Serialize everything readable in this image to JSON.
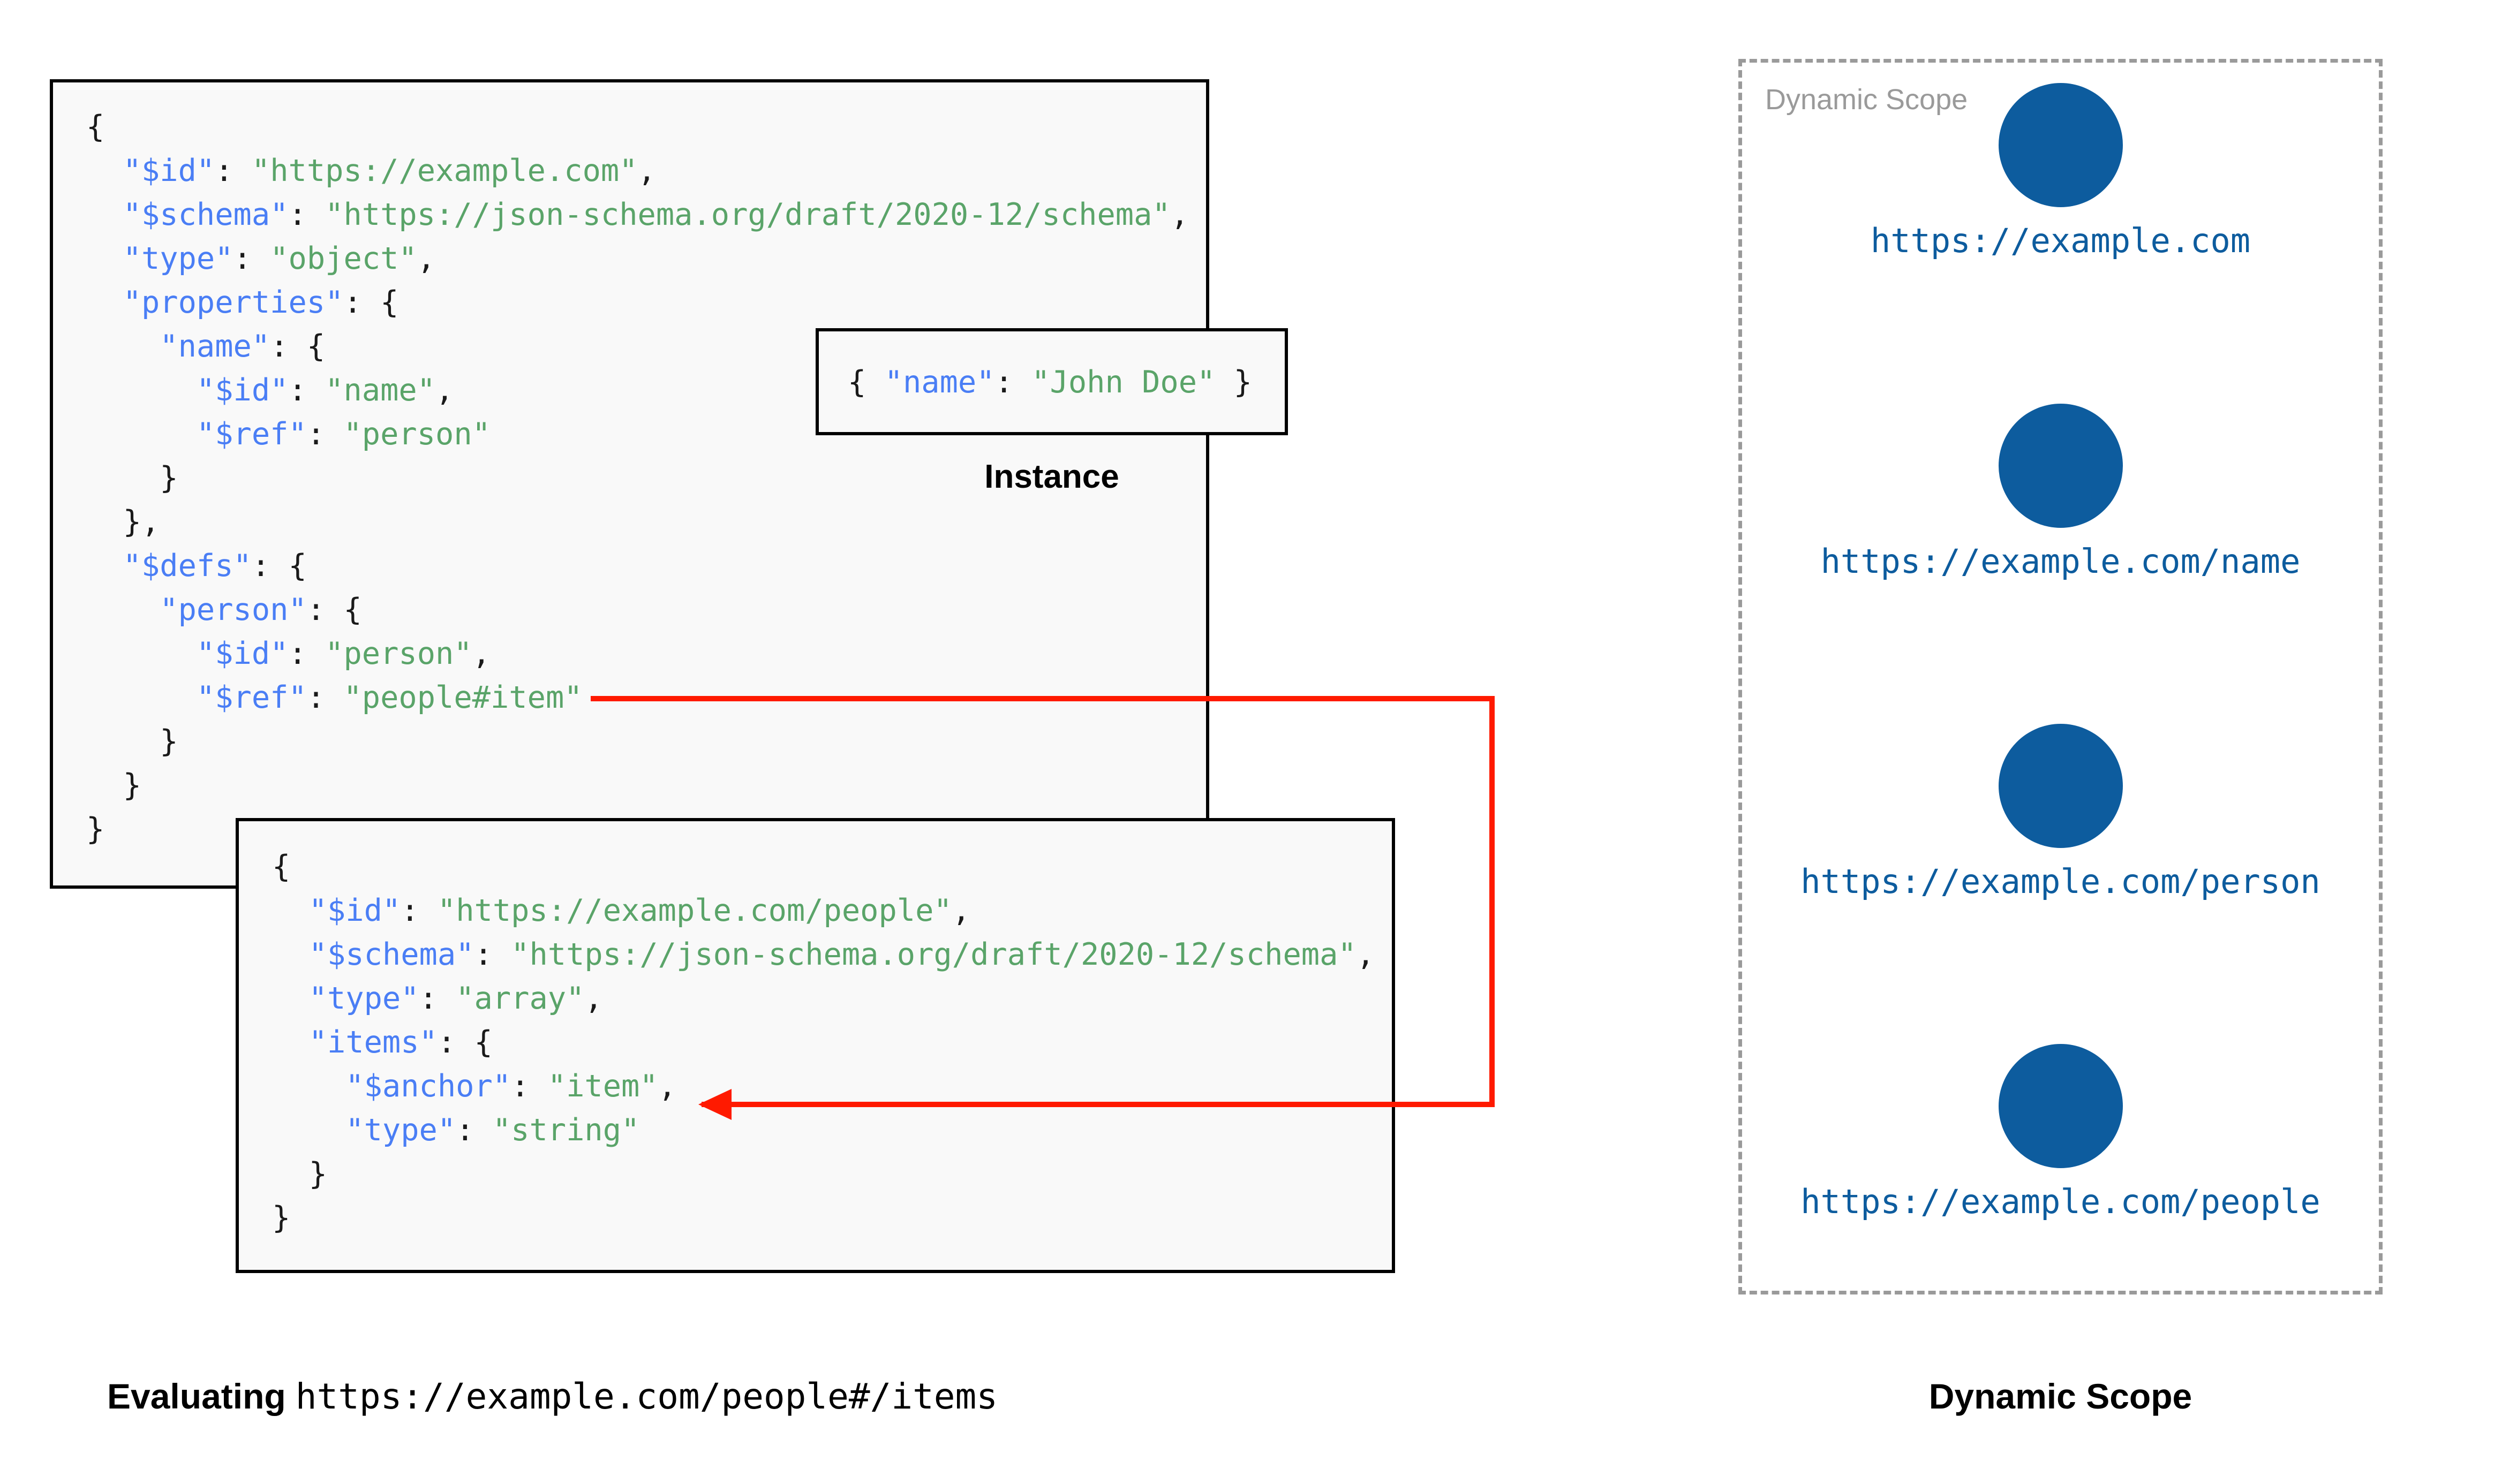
{
  "colors": {
    "key": "#4a7ef5",
    "string": "#5aa469",
    "punct": "#1a1a1a",
    "node": "#0d5c9e",
    "ref_arrow": "#ff1a00",
    "panel_border": "#9a9a9a",
    "box_border": "#000000",
    "box_fill": "#f9f9f9"
  },
  "schema_main": {
    "lines": [
      {
        "indent": 0,
        "parts": [
          {
            "t": "{",
            "c": "p"
          }
        ]
      },
      {
        "indent": 1,
        "parts": [
          {
            "t": "\"$id\"",
            "c": "k"
          },
          {
            "t": ": ",
            "c": "p"
          },
          {
            "t": "\"https://example.com\"",
            "c": "s"
          },
          {
            "t": ",",
            "c": "p"
          }
        ]
      },
      {
        "indent": 1,
        "parts": [
          {
            "t": "\"$schema\"",
            "c": "k"
          },
          {
            "t": ": ",
            "c": "p"
          },
          {
            "t": "\"https://json-schema.org/draft/2020-12/schema\"",
            "c": "s"
          },
          {
            "t": ",",
            "c": "p"
          }
        ]
      },
      {
        "indent": 1,
        "parts": [
          {
            "t": "\"type\"",
            "c": "k"
          },
          {
            "t": ": ",
            "c": "p"
          },
          {
            "t": "\"object\"",
            "c": "s"
          },
          {
            "t": ",",
            "c": "p"
          }
        ]
      },
      {
        "indent": 1,
        "parts": [
          {
            "t": "\"properties\"",
            "c": "k"
          },
          {
            "t": ": {",
            "c": "p"
          }
        ]
      },
      {
        "indent": 2,
        "parts": [
          {
            "t": "\"name\"",
            "c": "k"
          },
          {
            "t": ": {",
            "c": "p"
          }
        ]
      },
      {
        "indent": 3,
        "parts": [
          {
            "t": "\"$id\"",
            "c": "k"
          },
          {
            "t": ": ",
            "c": "p"
          },
          {
            "t": "\"name\"",
            "c": "s"
          },
          {
            "t": ",",
            "c": "p"
          }
        ]
      },
      {
        "indent": 3,
        "parts": [
          {
            "t": "\"$ref\"",
            "c": "k"
          },
          {
            "t": ": ",
            "c": "p"
          },
          {
            "t": "\"person\"",
            "c": "s"
          }
        ]
      },
      {
        "indent": 2,
        "parts": [
          {
            "t": "}",
            "c": "p"
          }
        ]
      },
      {
        "indent": 1,
        "parts": [
          {
            "t": "},",
            "c": "p"
          }
        ]
      },
      {
        "indent": 1,
        "parts": [
          {
            "t": "\"$defs\"",
            "c": "k"
          },
          {
            "t": ": {",
            "c": "p"
          }
        ]
      },
      {
        "indent": 2,
        "parts": [
          {
            "t": "\"person\"",
            "c": "k"
          },
          {
            "t": ": {",
            "c": "p"
          }
        ]
      },
      {
        "indent": 3,
        "parts": [
          {
            "t": "\"$id\"",
            "c": "k"
          },
          {
            "t": ": ",
            "c": "p"
          },
          {
            "t": "\"person\"",
            "c": "s"
          },
          {
            "t": ",",
            "c": "p"
          }
        ]
      },
      {
        "indent": 3,
        "parts": [
          {
            "t": "\"$ref\"",
            "c": "k"
          },
          {
            "t": ": ",
            "c": "p"
          },
          {
            "t": "\"people#item\"",
            "c": "s"
          }
        ]
      },
      {
        "indent": 2,
        "parts": [
          {
            "t": "}",
            "c": "p"
          }
        ]
      },
      {
        "indent": 1,
        "parts": [
          {
            "t": "}",
            "c": "p"
          }
        ]
      },
      {
        "indent": 0,
        "parts": [
          {
            "t": "}",
            "c": "p"
          }
        ]
      }
    ]
  },
  "instance": {
    "caption": "Instance",
    "lines": [
      {
        "indent": 0,
        "parts": [
          {
            "t": "{ ",
            "c": "p"
          },
          {
            "t": "\"name\"",
            "c": "k"
          },
          {
            "t": ": ",
            "c": "p"
          },
          {
            "t": "\"John Doe\"",
            "c": "s"
          },
          {
            "t": " }",
            "c": "p"
          }
        ]
      }
    ]
  },
  "schema_people": {
    "lines": [
      {
        "indent": 0,
        "parts": [
          {
            "t": "{",
            "c": "p"
          }
        ]
      },
      {
        "indent": 1,
        "parts": [
          {
            "t": "\"$id\"",
            "c": "k"
          },
          {
            "t": ": ",
            "c": "p"
          },
          {
            "t": "\"https://example.com/people\"",
            "c": "s"
          },
          {
            "t": ",",
            "c": "p"
          }
        ]
      },
      {
        "indent": 1,
        "parts": [
          {
            "t": "\"$schema\"",
            "c": "k"
          },
          {
            "t": ": ",
            "c": "p"
          },
          {
            "t": "\"https://json-schema.org/draft/2020-12/schema\"",
            "c": "s"
          },
          {
            "t": ",",
            "c": "p"
          }
        ]
      },
      {
        "indent": 1,
        "parts": [
          {
            "t": "\"type\"",
            "c": "k"
          },
          {
            "t": ": ",
            "c": "p"
          },
          {
            "t": "\"array\"",
            "c": "s"
          },
          {
            "t": ",",
            "c": "p"
          }
        ]
      },
      {
        "indent": 1,
        "parts": [
          {
            "t": "\"items\"",
            "c": "k"
          },
          {
            "t": ": {",
            "c": "p"
          }
        ]
      },
      {
        "indent": 2,
        "parts": [
          {
            "t": "\"$anchor\"",
            "c": "k"
          },
          {
            "t": ": ",
            "c": "p"
          },
          {
            "t": "\"item\"",
            "c": "s"
          },
          {
            "t": ",",
            "c": "p"
          }
        ]
      },
      {
        "indent": 2,
        "parts": [
          {
            "t": "\"type\"",
            "c": "k"
          },
          {
            "t": ": ",
            "c": "p"
          },
          {
            "t": "\"string\"",
            "c": "s"
          }
        ]
      },
      {
        "indent": 1,
        "parts": [
          {
            "t": "}",
            "c": "p"
          }
        ]
      },
      {
        "indent": 0,
        "parts": [
          {
            "t": "}",
            "c": "p"
          }
        ]
      }
    ]
  },
  "dynamic_scope": {
    "panel_label": "Dynamic Scope",
    "nodes": [
      {
        "label": "https://example.com"
      },
      {
        "label": "https://example.com/name"
      },
      {
        "label": "https://example.com/person"
      },
      {
        "label": "https://example.com/people"
      }
    ]
  },
  "captions": {
    "evaluating_bold": "Evaluating",
    "evaluating_mono": "https://example.com/people#/items",
    "dynamic_scope": "Dynamic Scope"
  }
}
